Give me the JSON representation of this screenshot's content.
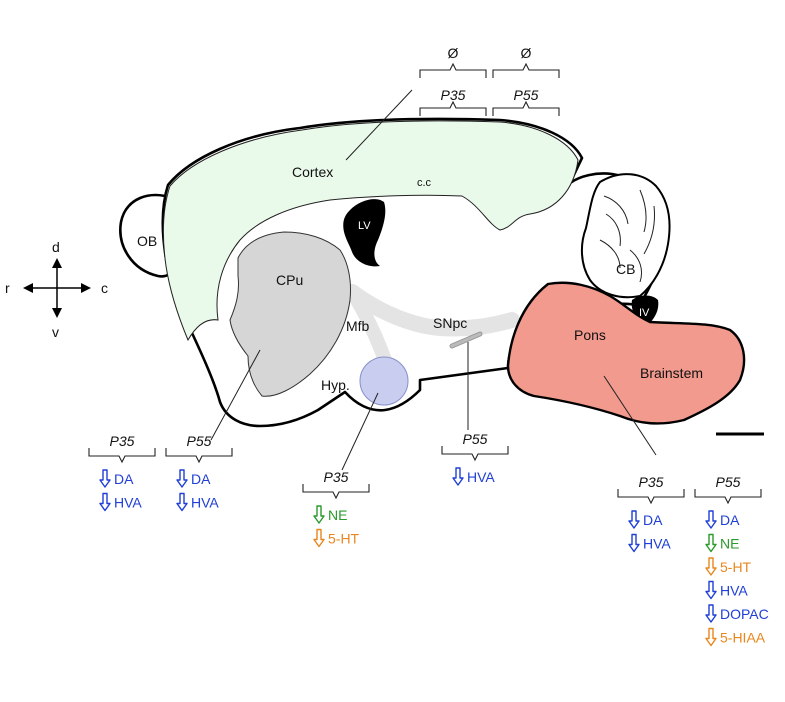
{
  "structures": {
    "ob": "OB",
    "cortex": "Cortex",
    "cc": "c.c",
    "lv": "LV",
    "cpu": "CPu",
    "cb": "CB",
    "iv": "IV",
    "pons": "Pons",
    "brainstem": "Brainstem",
    "mfb": "Mfb",
    "snpc": "SNpc",
    "hyp": "Hyp."
  },
  "orientation": {
    "dorsal": "d",
    "ventral": "v",
    "rostral": "r",
    "caudal": "c"
  },
  "colors": {
    "cortex": "#eafaea",
    "cpu": "#d6d6d6",
    "hyp": "#c9cdf0",
    "pons": "#f29a8e",
    "mfb_band": "#e4e4e4",
    "blue": "#1f3fd6",
    "green": "#2a9a2a",
    "orange": "#e8871e"
  },
  "annotations": {
    "cortex": [
      {
        "age": "P35",
        "items": [],
        "none_symbol": "Ø"
      },
      {
        "age": "P55",
        "items": [],
        "none_symbol": "Ø"
      }
    ],
    "cpu": [
      {
        "age": "P35",
        "items": [
          {
            "label": "DA",
            "direction": "down",
            "color": "blue"
          },
          {
            "label": "HVA",
            "direction": "down",
            "color": "blue"
          }
        ]
      },
      {
        "age": "P55",
        "items": [
          {
            "label": "DA",
            "direction": "down",
            "color": "blue"
          },
          {
            "label": "HVA",
            "direction": "down",
            "color": "blue"
          }
        ]
      }
    ],
    "hyp": [
      {
        "age": "P35",
        "items": [
          {
            "label": "NE",
            "direction": "down",
            "color": "green"
          },
          {
            "label": "5-HT",
            "direction": "down",
            "color": "orange"
          }
        ]
      }
    ],
    "snpc": [
      {
        "age": "P55",
        "items": [
          {
            "label": "HVA",
            "direction": "down",
            "color": "blue"
          }
        ]
      }
    ],
    "brainstem": [
      {
        "age": "P35",
        "items": [
          {
            "label": "DA",
            "direction": "down",
            "color": "blue"
          },
          {
            "label": "HVA",
            "direction": "down",
            "color": "blue"
          }
        ]
      },
      {
        "age": "P55",
        "items": [
          {
            "label": "DA",
            "direction": "down",
            "color": "blue"
          },
          {
            "label": "NE",
            "direction": "down",
            "color": "green"
          },
          {
            "label": "5-HT",
            "direction": "down",
            "color": "orange"
          },
          {
            "label": "HVA",
            "direction": "down",
            "color": "blue"
          },
          {
            "label": "DOPAC",
            "direction": "down",
            "color": "blue"
          },
          {
            "label": "5-HIAA",
            "direction": "down",
            "color": "orange"
          }
        ]
      }
    ]
  }
}
